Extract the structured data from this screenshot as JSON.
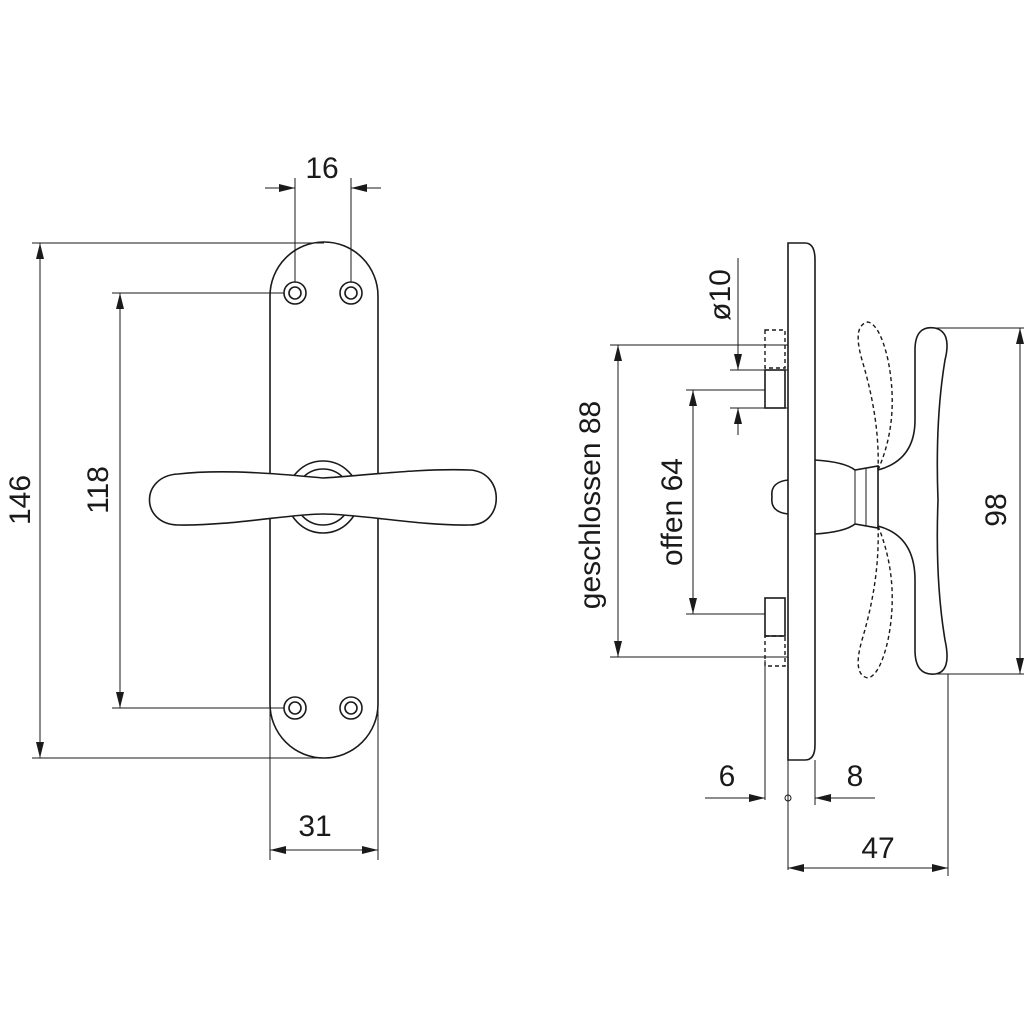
{
  "front_view": {
    "dim_screw_spacing_horizontal": "16",
    "dim_plate_height": "146",
    "dim_screw_spacing_vertical": "118",
    "dim_plate_width": "31"
  },
  "side_view": {
    "dim_square_diameter": "ø10",
    "dim_closed": "geschlossen 88",
    "dim_open": "offen 64",
    "dim_handle_height": "98",
    "dim_left_offset": "6",
    "dim_right_offset": "8",
    "dim_projection": "47"
  }
}
